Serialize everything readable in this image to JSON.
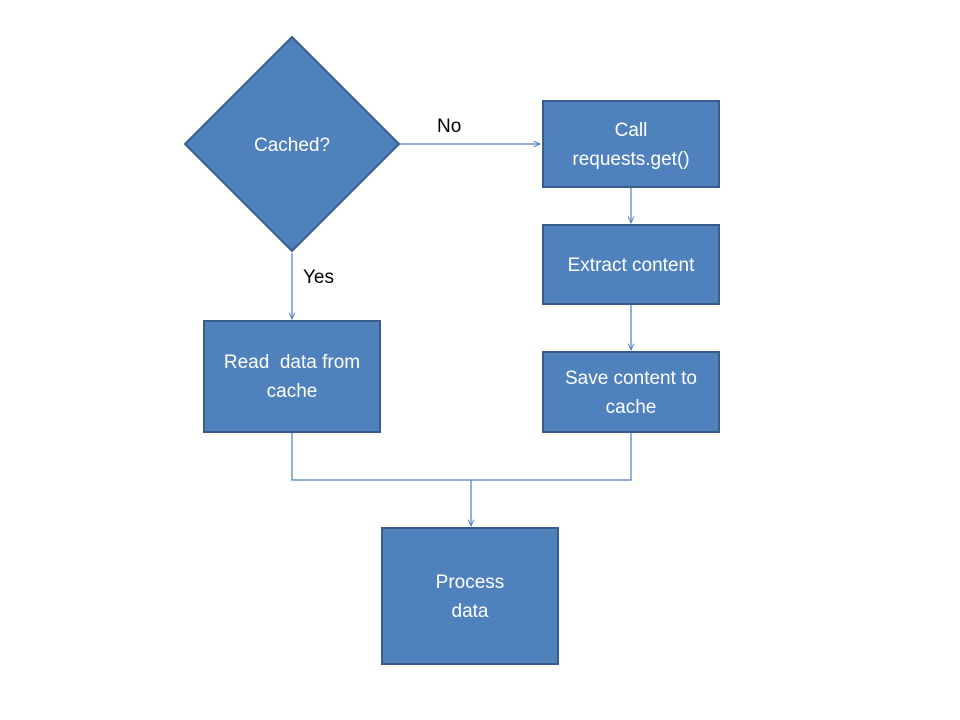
{
  "flowchart": {
    "decision": {
      "label": "Cached?"
    },
    "branches": {
      "no_label": "No",
      "yes_label": "Yes"
    },
    "nodes": {
      "call_request": {
        "line1": "Call",
        "line2": "requests.get()"
      },
      "extract_content": {
        "line1": "Extract content"
      },
      "save_content": {
        "line1": "Save content to",
        "line2": "cache"
      },
      "read_cache": {
        "line1": "Read  data from",
        "line2": "cache"
      },
      "process_data": {
        "line1": "Process",
        "line2": "data"
      }
    },
    "colors": {
      "box_fill": "#4f81bd",
      "box_border": "#385d8a",
      "connector": "#4a7ebb",
      "box_text": "#ffffff",
      "label_text": "#000000"
    }
  }
}
